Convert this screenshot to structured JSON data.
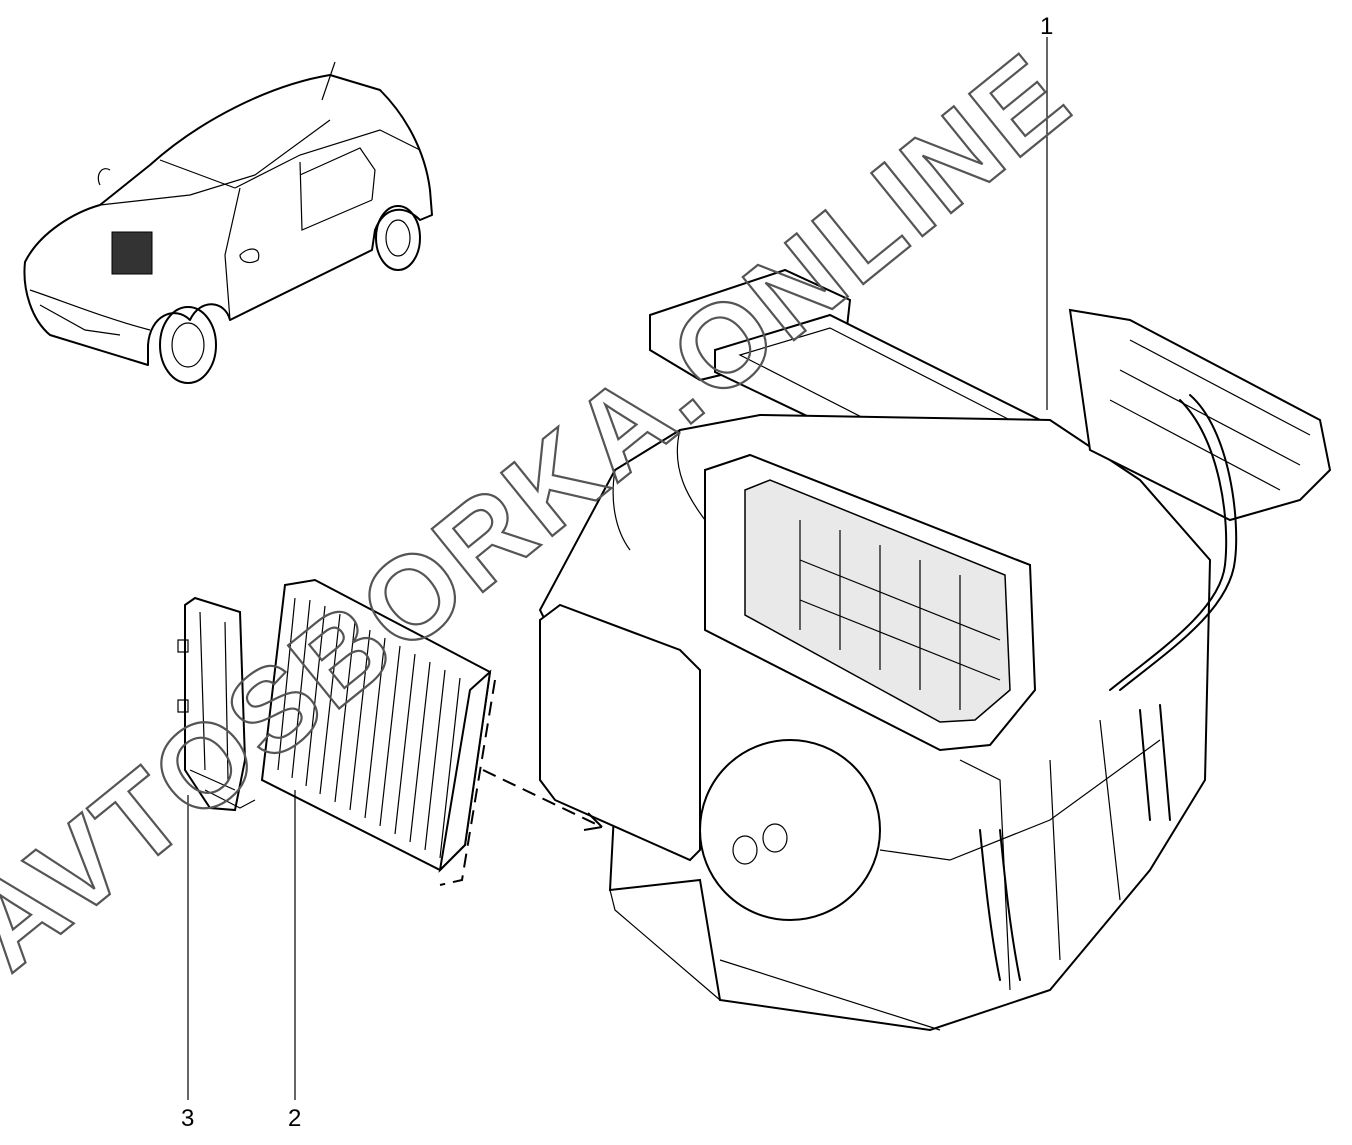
{
  "diagram": {
    "callouts": [
      {
        "id": "1",
        "label": "1"
      },
      {
        "id": "2",
        "label": "2"
      },
      {
        "id": "3",
        "label": "3"
      }
    ],
    "watermark": "AVTOSBORKA.ONLINE"
  }
}
